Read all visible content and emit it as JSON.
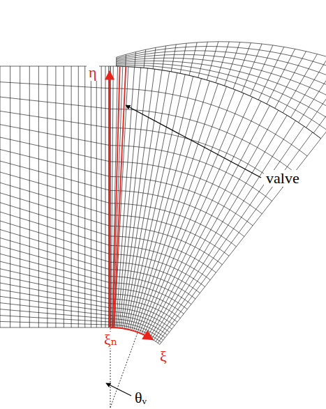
{
  "diagram": {
    "labels": [
      "η",
      "valve",
      "ξₙ",
      "ξ",
      "θᵥ"
    ]
  }
}
